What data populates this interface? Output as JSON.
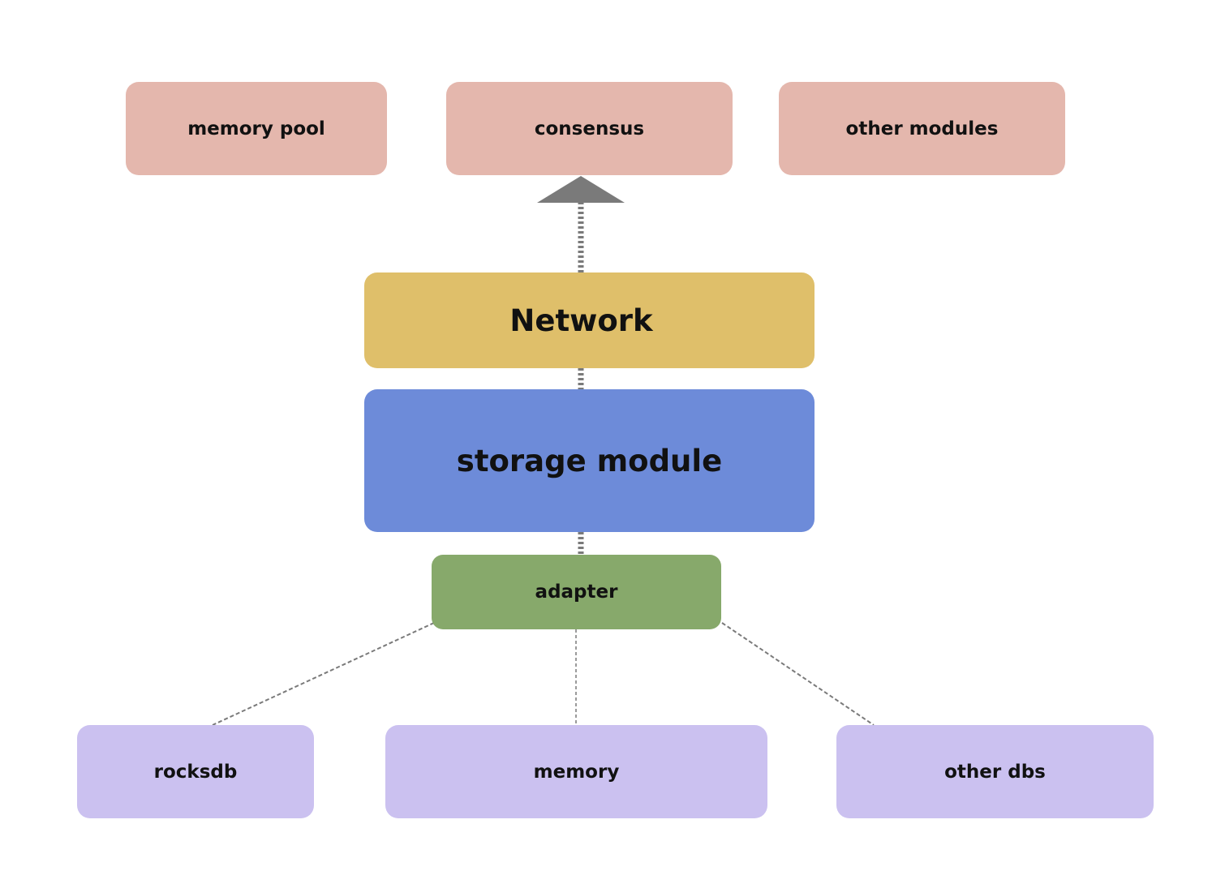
{
  "colors": {
    "upper_module": "#e4b7ad",
    "network": "#dfbf6a",
    "storage": "#6d8bd9",
    "adapter": "#87a96b",
    "database": "#cbc1f0",
    "connector": "#7a7a7a"
  },
  "upper_modules": [
    {
      "label": "memory pool"
    },
    {
      "label": "consensus"
    },
    {
      "label": "other modules"
    }
  ],
  "network": {
    "label": "Network"
  },
  "storage": {
    "label": "storage module"
  },
  "adapter": {
    "label": "adapter"
  },
  "databases": [
    {
      "label": "rocksdb"
    },
    {
      "label": "memory"
    },
    {
      "label": "other dbs"
    }
  ]
}
